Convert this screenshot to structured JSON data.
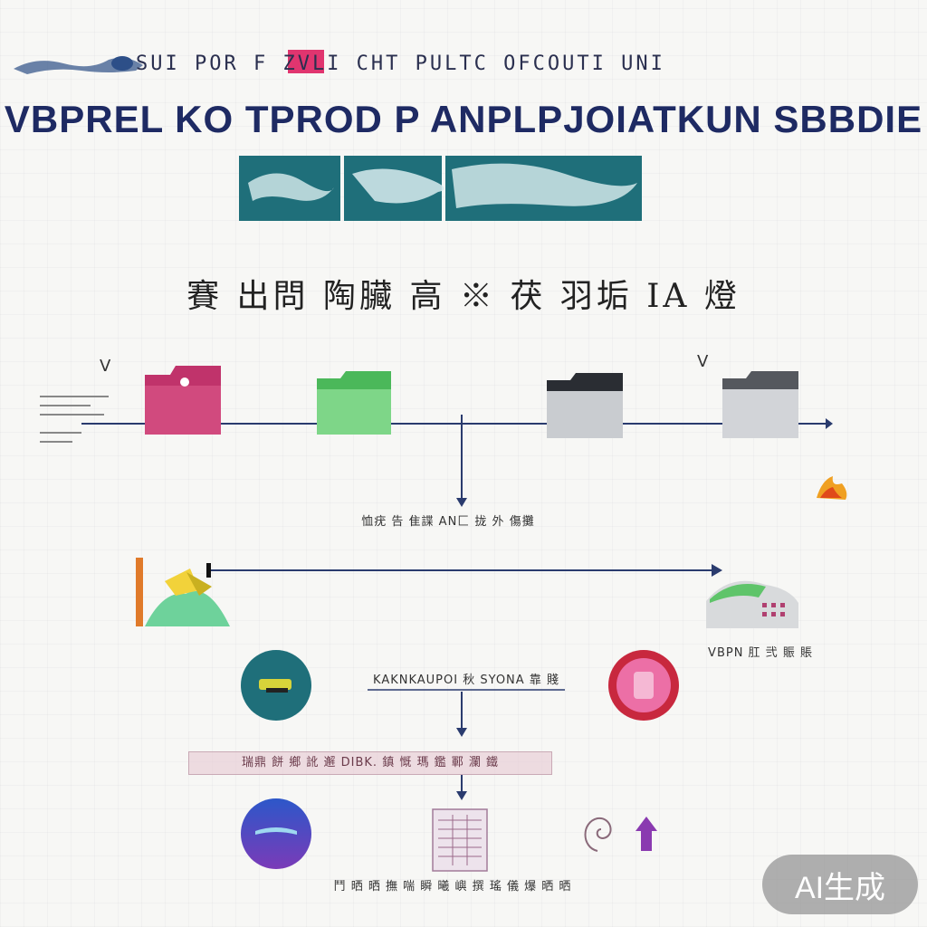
{
  "header": {
    "top_strip": "SUI POR F ZVLI CHT PULTC OFCOUTI UNI",
    "title": "VBPREL KO TPROD P  ANPLPJOIATKUN SBBDIE",
    "subtitle": "賽 出問 陶臟 高 ※ 茯 羽垢 IA 燈"
  },
  "labels": {
    "center_label": "恤疣 告 隹諜 AN匚 拢 外 傷攤",
    "right_label": "VBPN 肛 弐 賑 賬",
    "mid_label": "KAKNKAUPOI 秋 SYONA 靠 賤",
    "pink_label": "瑞鼎 餅 鄉 訛 邂 DIBK. 鎮 慨 瑪 鑑 鄆 瀾 鐵",
    "bottom_label": "鬥 晒 晒 撫 喘 瞬 曦 嶼 撰 瑤 儀 爆 晒 晒"
  },
  "badge": {
    "text": "AI生成"
  },
  "colors": {
    "navy": "#1e2a63",
    "teal": "#1f6f7a",
    "magenta": "#c0336b",
    "green": "#6ccf7a",
    "gray": "#c9ccd0",
    "purple": "#6a3aa6",
    "red": "#c8283e"
  }
}
